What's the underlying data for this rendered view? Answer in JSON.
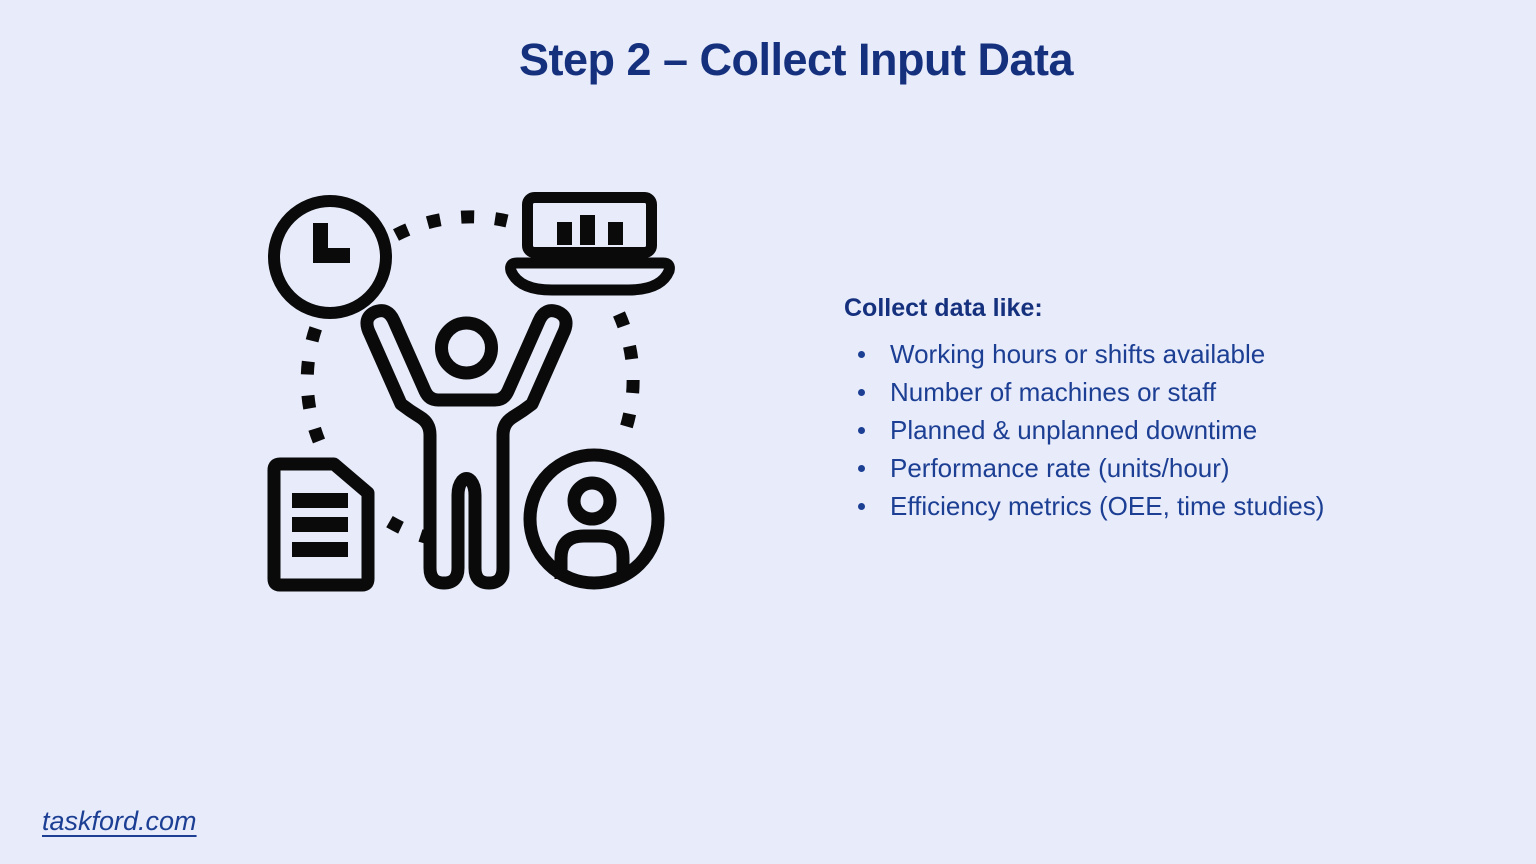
{
  "page": {
    "title": "Step 2 – Collect Input Data"
  },
  "content": {
    "heading": "Collect data like:",
    "bullets": [
      "Working hours or shifts available",
      "Number of machines or staff",
      "Planned & unplanned downtime",
      "Performance rate (units/hour)",
      "Efficiency metrics (OEE, time studies)"
    ]
  },
  "illustration": {
    "icons": [
      "clock-icon",
      "laptop-bar-chart-icon",
      "cheering-person-icon",
      "document-icon",
      "user-avatar-icon",
      "dashed-connector-circle"
    ]
  },
  "footer": {
    "link_label": "taskford.com"
  },
  "colors": {
    "background": "#E7EBFA",
    "title": "#15317E",
    "body_text": "#1C3F94",
    "icon": "#0A0A0A"
  }
}
